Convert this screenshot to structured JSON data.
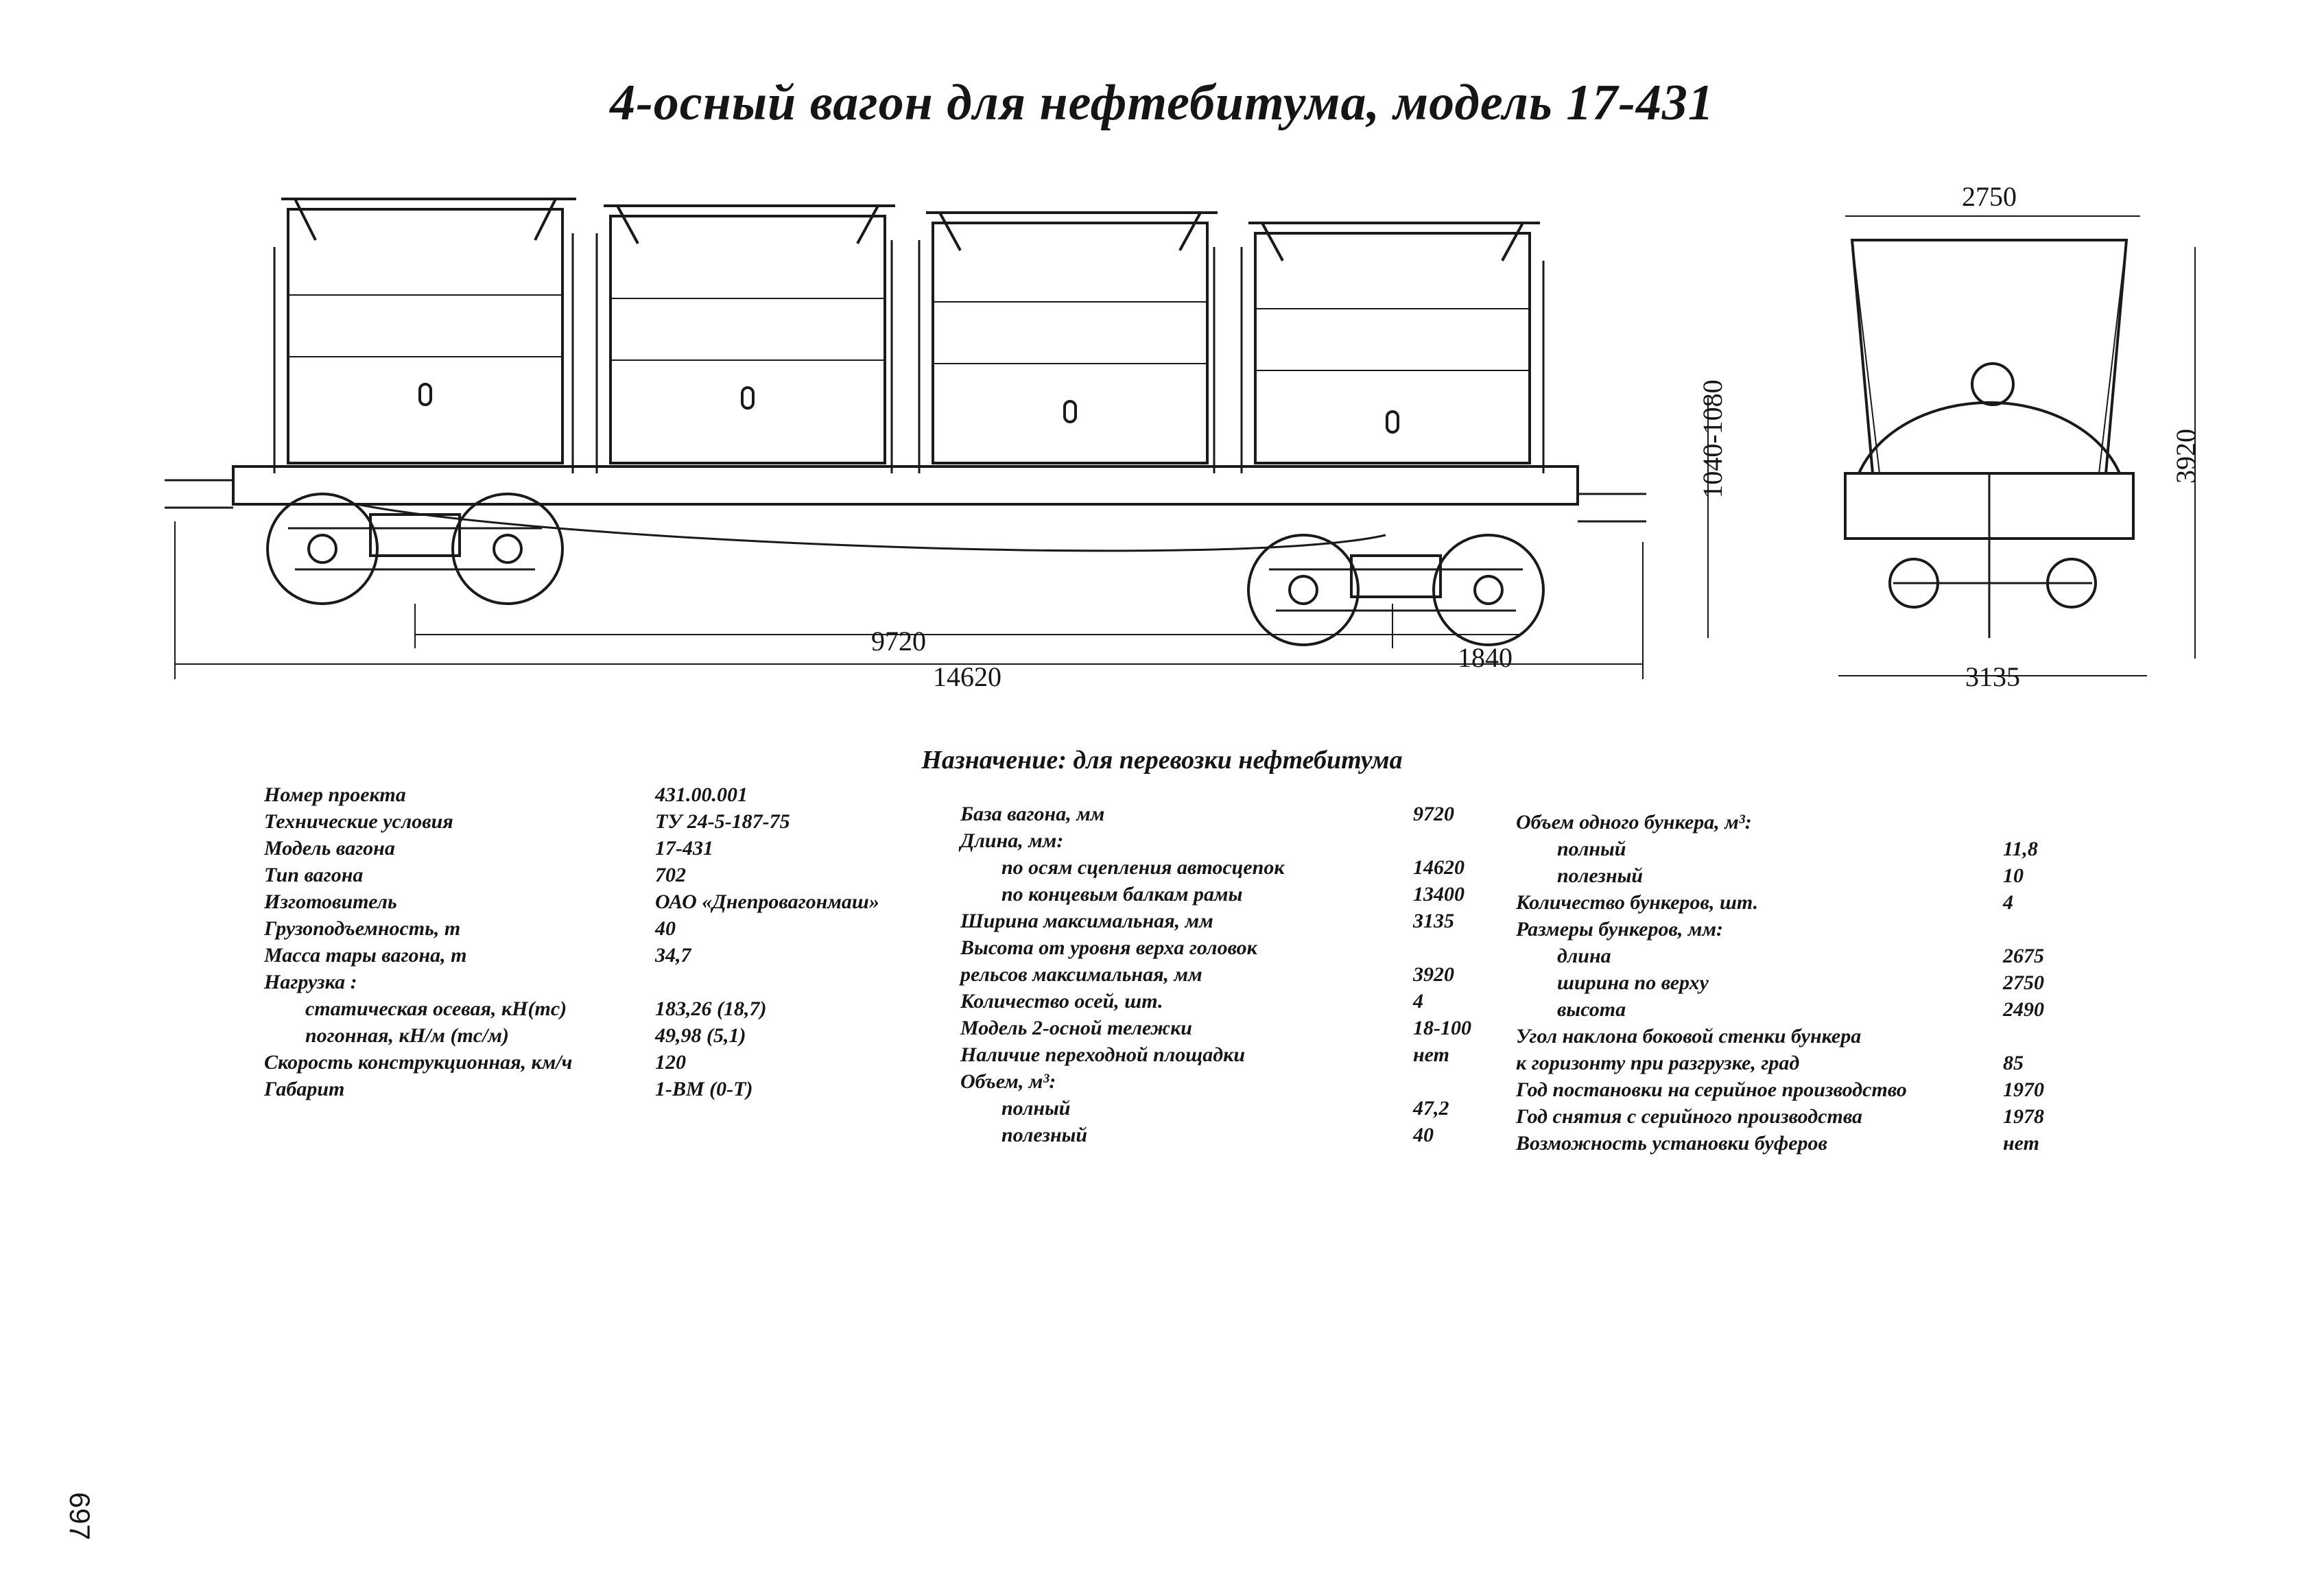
{
  "title": "4-осный вагон для нефтебитума, модель 17-431",
  "dimensions": {
    "base": "9720",
    "length": "14620",
    "bogie_base": "1840",
    "coupler_height": "1040-1080",
    "top_width": "2750",
    "height": "3920",
    "max_width": "3135"
  },
  "purpose": "Назначение: для перевозки нефтебитума",
  "col1": [
    {
      "label": "Номер проекта",
      "value": "431.00.001",
      "indent": false
    },
    {
      "label": "Технические условия",
      "value": "ТУ 24-5-187-75",
      "indent": false
    },
    {
      "label": "Модель вагона",
      "value": "17-431",
      "indent": false
    },
    {
      "label": "Тип вагона",
      "value": "702",
      "indent": false
    },
    {
      "label": "Изготовитель",
      "value": "ОАО «Днепровагонмаш»",
      "indent": false
    },
    {
      "label": "Грузоподъемность, т",
      "value": "40",
      "indent": false
    },
    {
      "label": "Масса тары вагона, т",
      "value": "34,7",
      "indent": false
    },
    {
      "label": "Нагрузка :",
      "value": "",
      "indent": false
    },
    {
      "label": "статическая осевая, кН(тс)",
      "value": "183,26 (18,7)",
      "indent": true
    },
    {
      "label": "погонная, кН/м (тс/м)",
      "value": "49,98 (5,1)",
      "indent": true
    },
    {
      "label": "Скорость конструкционная, км/ч",
      "value": "120",
      "indent": false
    },
    {
      "label": "Габарит",
      "value": "1-ВМ (0-Т)",
      "indent": false
    }
  ],
  "col2": [
    {
      "label": "База вагона, мм",
      "value": "9720",
      "indent": false
    },
    {
      "label": "Длина, мм:",
      "value": "",
      "indent": false
    },
    {
      "label": "по осям сцепления автосцепок",
      "value": "14620",
      "indent": true
    },
    {
      "label": "по концевым балкам рамы",
      "value": "13400",
      "indent": true
    },
    {
      "label": "Ширина максимальная, мм",
      "value": "3135",
      "indent": false
    },
    {
      "label": "Высота от уровня верха головок",
      "value": "",
      "indent": false
    },
    {
      "label": "рельсов максимальная, мм",
      "value": "3920",
      "indent": false
    },
    {
      "label": "Количество осей, шт.",
      "value": "4",
      "indent": false
    },
    {
      "label": "Модель 2-осной тележки",
      "value": "18-100",
      "indent": false
    },
    {
      "label": "Наличие переходной площадки",
      "value": "нет",
      "indent": false
    },
    {
      "label": "Объем, м³:",
      "value": "",
      "indent": false
    },
    {
      "label": "полный",
      "value": "47,2",
      "indent": true
    },
    {
      "label": "полезный",
      "value": "40",
      "indent": true
    }
  ],
  "col3": [
    {
      "label": "Объем одного бункера, м³:",
      "value": "",
      "indent": false
    },
    {
      "label": "полный",
      "value": "11,8",
      "indent": true
    },
    {
      "label": "полезный",
      "value": "10",
      "indent": true
    },
    {
      "label": "Количество бункеров, шт.",
      "value": "4",
      "indent": false
    },
    {
      "label": "Размеры бункеров, мм:",
      "value": "",
      "indent": false
    },
    {
      "label": "длина",
      "value": "2675",
      "indent": true
    },
    {
      "label": "ширина по верху",
      "value": "2750",
      "indent": true
    },
    {
      "label": "высота",
      "value": "2490",
      "indent": true
    },
    {
      "label": "Угол наклона боковой стенки бункера",
      "value": "",
      "indent": false
    },
    {
      "label": "к горизонту при разгрузке, град",
      "value": "85",
      "indent": false
    },
    {
      "label": "Год постановки на серийное производство",
      "value": "1970",
      "indent": false
    },
    {
      "label": "Год снятия с серийного производства",
      "value": "1978",
      "indent": false
    },
    {
      "label": "Возможность установки буферов",
      "value": "нет",
      "indent": false
    }
  ],
  "page_number": "697"
}
